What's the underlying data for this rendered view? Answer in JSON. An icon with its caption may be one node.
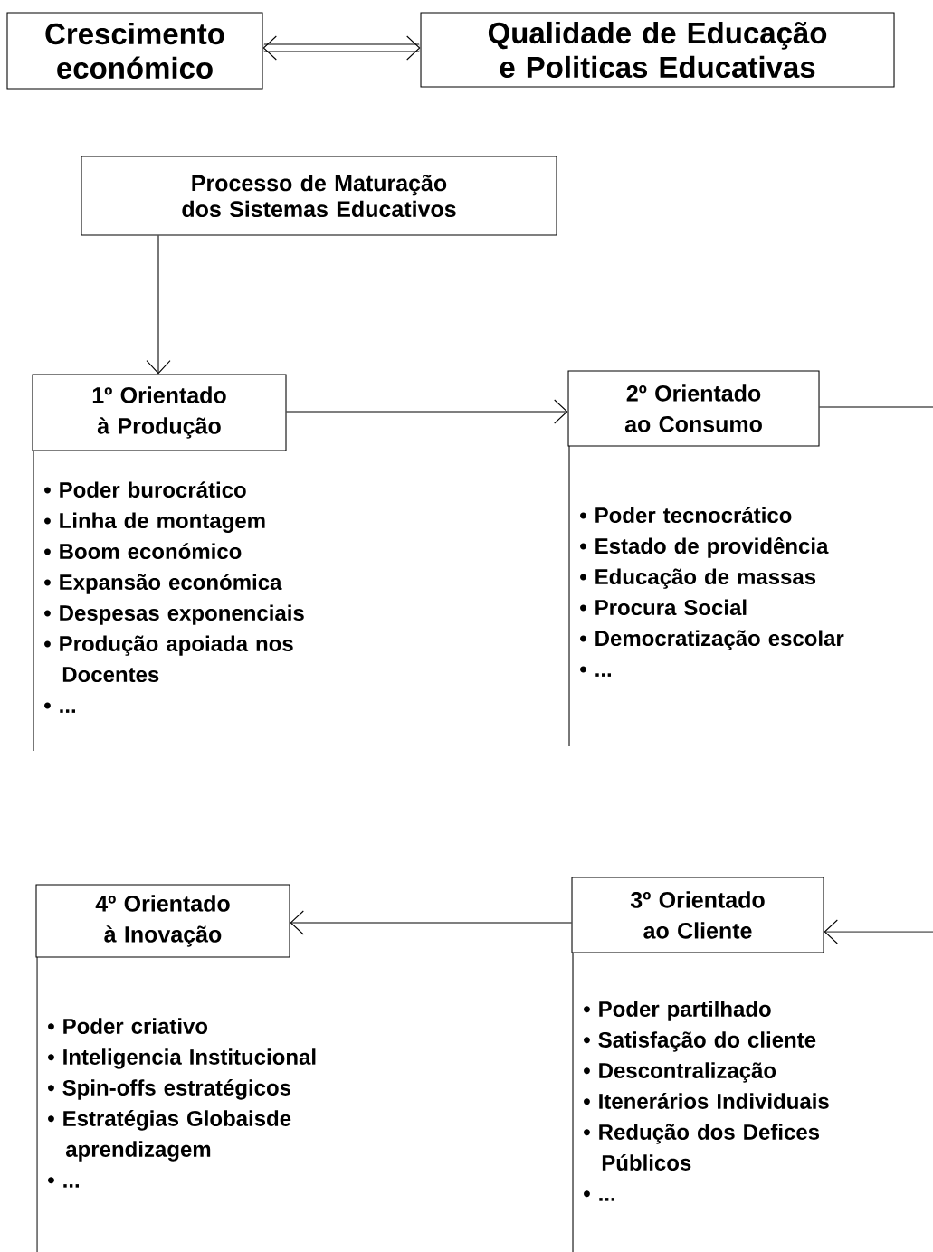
{
  "diagram": {
    "nodes": [
      {
        "text": [
          "Crescimento económico"
        ]
      },
      {
        "text": [
          "Qualidade de Educação e Politicas Educativas"
        ]
      },
      {
        "text": [
          "Processo de Maturação dos Sistemas Educativos"
        ]
      },
      {
        "text": [
          "1º Orientado à Produção",
          "• Poder burocrático",
          "• Linha de montagem",
          "• Boom económico",
          "• Expansão económica",
          "• Despesas exponenciais",
          "• Produção apoiada nos Docentes",
          "• ..."
        ]
      },
      {
        "text": [
          "2º Orientado ao Consumo",
          "• Poder tecnocrático",
          "• Estado de providência",
          "• Educação de massas",
          "• Procura Social",
          "• Democratização escolar",
          "• ..."
        ]
      },
      {
        "text": [
          "4º Orientado à Inovação",
          "• Poder criativo",
          "• Inteligencia Institucional",
          "• Spin-offs estratégicos",
          "• Estratégias Globaisde aprendizagem",
          "• ..."
        ]
      },
      {
        "text": [
          "3º Orientado ao Cliente",
          "• Poder partilhado",
          "• Satisfação do cliente",
          "• Descontralização",
          "• Itenerários Individuais",
          "• Redução dos Defices Públicos",
          "• ..."
        ]
      }
    ],
    "edges": [
      {
        "from": 0,
        "to": 1,
        "arrow": "both",
        "style": "thick"
      },
      {
        "from": 2,
        "to": 3,
        "arrow": "to"
      },
      {
        "from": 3,
        "to": 4,
        "arrow": "to"
      },
      {
        "from": 4,
        "to": null,
        "arrow": "none"
      },
      {
        "from": null,
        "to": 6,
        "arrow": "to"
      },
      {
        "from": 6,
        "to": 5,
        "arrow": "to"
      }
    ]
  }
}
